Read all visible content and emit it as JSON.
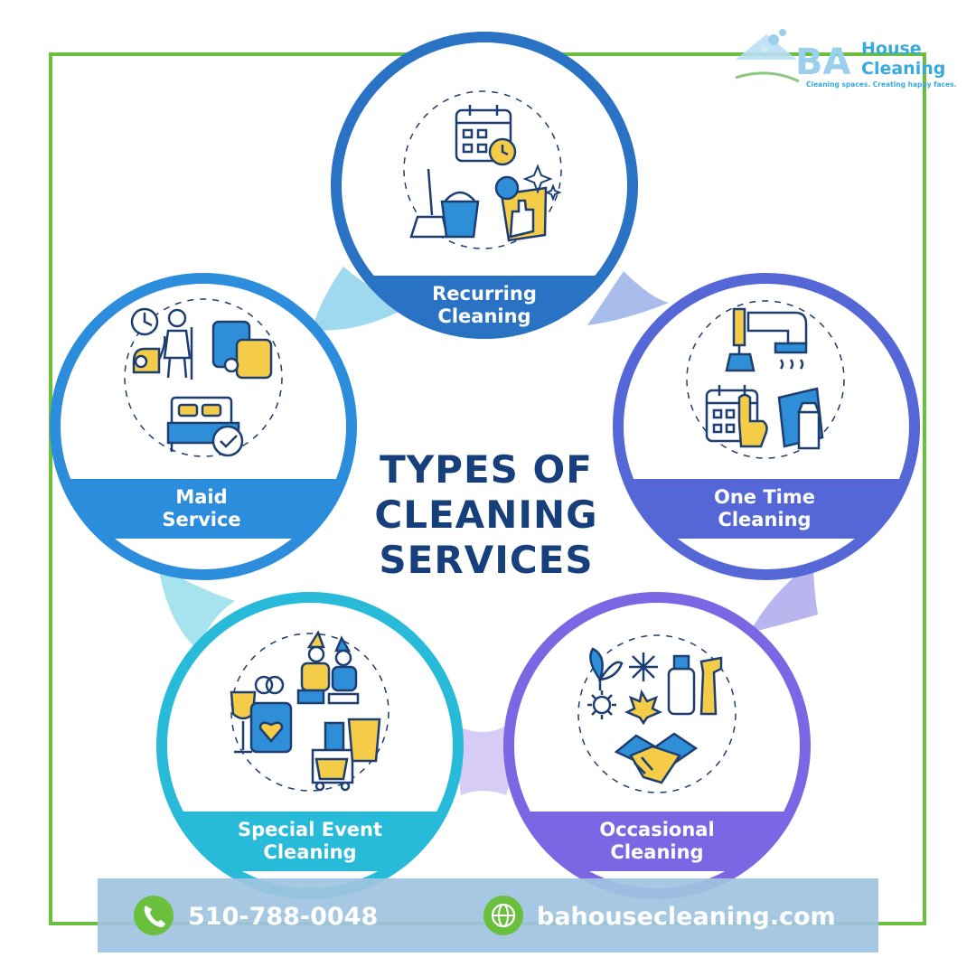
{
  "title_lines": [
    "TYPES OF",
    "CLEANING",
    "SERVICES"
  ],
  "logo": {
    "initials": "BA",
    "line1": "House",
    "line2": "Cleaning",
    "tagline": "Cleaning spaces. Creating happy faces."
  },
  "services": [
    {
      "label_lines": [
        "Recurring",
        "Cleaning"
      ],
      "color": "#2a72c4",
      "icons": [
        "calendar-clock-icon",
        "broom-icon",
        "bucket-icon",
        "cleaning-glove-icon",
        "sparkle-icon"
      ]
    },
    {
      "label_lines": [
        "One Time",
        "Cleaning"
      ],
      "color": "#5567d6",
      "icons": [
        "duct-brush-icon",
        "vent-icon",
        "calendar-icon",
        "finger-one-icon",
        "spray-bottle-icon"
      ]
    },
    {
      "label_lines": [
        "Occasional",
        "Cleaning"
      ],
      "color": "#7b67e3",
      "icons": [
        "leaf-icon",
        "snowflake-icon",
        "sun-icon",
        "maple-leaf-icon",
        "spray-bottle-icon",
        "handshake-icon"
      ]
    },
    {
      "label_lines": [
        "Special Event",
        "Cleaning"
      ],
      "color": "#27bbd9",
      "icons": [
        "wine-glass-icon",
        "rings-calendar-icon",
        "party-people-icon",
        "cleaning-cart-icon"
      ]
    },
    {
      "label_lines": [
        "Maid",
        "Service"
      ],
      "color": "#2b8ddb",
      "icons": [
        "clock-icon",
        "maid-icon",
        "vacuum-icon",
        "pillows-icon",
        "bed-icon",
        "check-icon"
      ]
    }
  ],
  "contact": {
    "phone": "510-788-0048",
    "website": "bahousecleaning.com"
  },
  "colors": {
    "frame": "#6abf3c",
    "title": "#173f7c",
    "footer_bg": "#9fc3df",
    "contact_icon": "#6abf3c",
    "accent_yellow": "#f5cc47",
    "icon_stroke": "#1d3e71"
  }
}
